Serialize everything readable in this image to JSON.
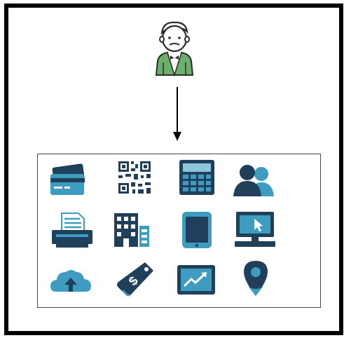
{
  "colors": {
    "frame": "#000000",
    "icon_dark": "#1f3f5a",
    "icon_teal": "#3e9cc0",
    "icon_light": "#8fc6dc",
    "person_green": "#6ab06a",
    "person_outline": "#2a2a2a"
  },
  "diagram": {
    "top": {
      "icon": "person-icon"
    },
    "connector": {
      "icon": "arrow-down-icon",
      "direction": "down"
    },
    "grid": {
      "rows": 3,
      "columns": 4,
      "icons": [
        "credit-card-icon",
        "qr-code-icon",
        "calculator-icon",
        "users-icon",
        "printer-icon",
        "building-icon",
        "tablet-icon",
        "desktop-computer-icon",
        "cloud-upload-icon",
        "price-tag-icon",
        "trend-chart-icon",
        "map-pin-icon"
      ]
    }
  }
}
